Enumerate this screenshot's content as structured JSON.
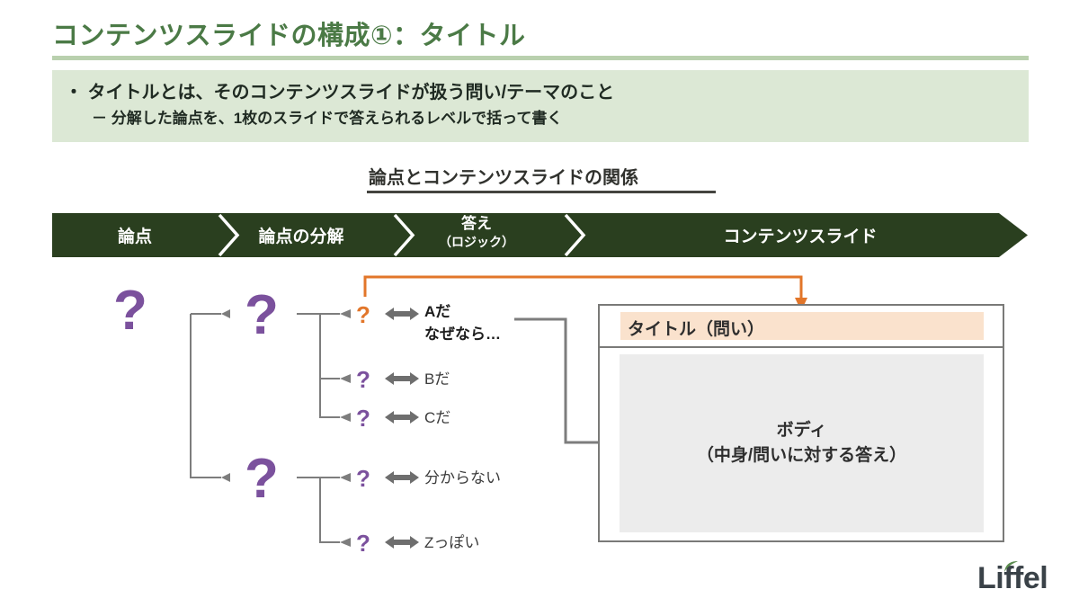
{
  "slide": {
    "title": "コンテンツスライドの構成①：タイトル",
    "accent_green": "#4b7a46",
    "band_green": "#2a3f1f",
    "box_green": "#dce8d5",
    "purple": "#7b519d",
    "orange": "#e2762a",
    "peach": "#fae2cd"
  },
  "lead": {
    "line1": "・ タイトルとは、そのコンテンツスライドが扱う問い/テーマのこと",
    "line2": "－ 分解した論点を、1枚のスライドで答えられるレベルで括って書く"
  },
  "section": {
    "heading": "論点とコンテンツスライドの関係"
  },
  "banner": {
    "steps": [
      {
        "label": "論点",
        "sub": ""
      },
      {
        "label": "論点の分解",
        "sub": ""
      },
      {
        "label": "答え",
        "sub": "（ロジック）"
      },
      {
        "label": "コンテンツスライド",
        "sub": ""
      }
    ]
  },
  "diagram": {
    "root": "?",
    "branch_upper": "?",
    "branch_lower": "?",
    "leaves_upper": [
      {
        "mark": "?",
        "answer": "Aだ",
        "answer2": "なぜなら…",
        "highlight": true
      },
      {
        "mark": "?",
        "answer": "Bだ",
        "answer2": "",
        "highlight": false
      },
      {
        "mark": "?",
        "answer": "Cだ",
        "answer2": "",
        "highlight": false
      }
    ],
    "leaves_lower": [
      {
        "mark": "?",
        "answer": "分からない",
        "answer2": "",
        "highlight": false
      },
      {
        "mark": "?",
        "answer": "Zっぽい",
        "answer2": "",
        "highlight": false
      }
    ]
  },
  "mockup": {
    "title": "タイトル（問い）",
    "body": "ボディ\n（中身/問いに対する答え）"
  },
  "logo": {
    "text": "Liffel"
  }
}
